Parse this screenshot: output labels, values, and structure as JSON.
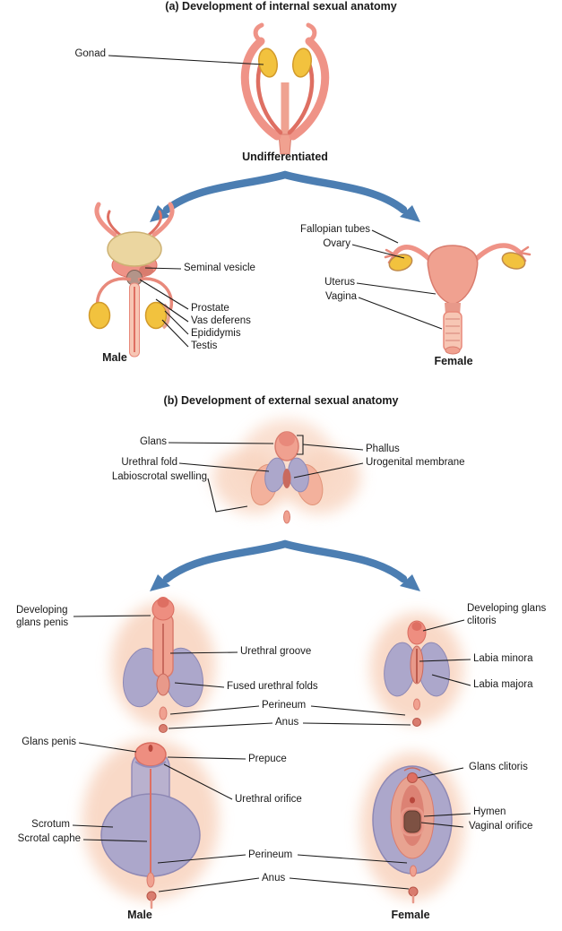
{
  "colors": {
    "arrow_blue": "#4C7EB2",
    "duct_pink": "#EF9387",
    "deep_pink": "#DE6F62",
    "skin_light": "#F7C6B4",
    "skin_mid": "#F0A190",
    "gonad_yellow": "#F2C23E",
    "lavender": "#ACA7CB",
    "leader_line": "#1A1A1A"
  },
  "section_a": {
    "title": "(a) Development of internal sexual anatomy",
    "gonad": "Gonad",
    "undifferentiated": "Undifferentiated",
    "male": {
      "caption": "Male",
      "seminal_vesicle": "Seminal vesicle",
      "prostate": "Prostate",
      "vas_deferens": "Vas deferens",
      "epididymis": "Epididymis",
      "testis": "Testis"
    },
    "female": {
      "caption": "Female",
      "fallopian_tubes": "Fallopian tubes",
      "ovary": "Ovary",
      "uterus": "Uterus",
      "vagina": "Vagina"
    }
  },
  "section_b": {
    "title": "(b) Development of external sexual anatomy",
    "undifferentiated": {
      "glans": "Glans",
      "urethral_fold": "Urethral fold",
      "labioscrotal_swelling": "Labioscrotal swelling",
      "phallus": "Phallus",
      "urogenital_membrane": "Urogenital membrane"
    },
    "intermediate": {
      "developing_glans_penis": "Developing glans penis",
      "urethral_groove": "Urethral groove",
      "fused_urethral_folds": "Fused urethral folds",
      "perineum": "Perineum",
      "anus": "Anus",
      "developing_glans_clitoris": "Developing glans clitoris",
      "labia_minora": "Labia minora",
      "labia_majora": "Labia majora"
    },
    "final": {
      "glans_penis": "Glans penis",
      "prepuce": "Prepuce",
      "urethral_orifice": "Urethral orifice",
      "scrotum": "Scrotum",
      "scrotal_caphe": "Scrotal caphe",
      "perineum": "Perineum",
      "anus": "Anus",
      "glans_clitoris": "Glans clitoris",
      "hymen": "Hymen",
      "vaginal_orifice": "Vaginal orifice",
      "male_caption": "Male",
      "female_caption": "Female"
    }
  }
}
